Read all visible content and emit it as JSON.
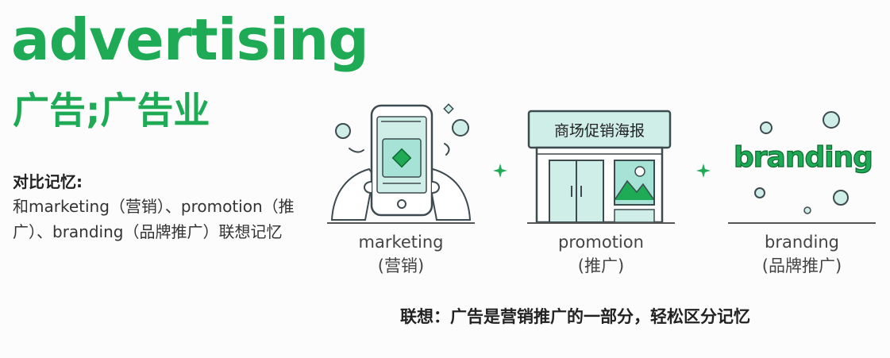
{
  "word": "advertising",
  "meaning": "广告;广告业",
  "compare": {
    "title": "对比记忆:",
    "text": "和marketing（营销）、promotion（推广）、branding（品牌推广）联想记忆"
  },
  "panels": [
    {
      "name": "marketing",
      "caption_en": "marketing",
      "caption_zh": "(营销)",
      "icon": "phone-icon"
    },
    {
      "name": "promotion",
      "caption_en": "promotion",
      "caption_zh": "(推广)",
      "icon": "storefront-icon",
      "sign": "商场促销海报"
    },
    {
      "name": "branding",
      "caption_en": "branding",
      "caption_zh": "(品牌推广)",
      "icon": "branding-icon",
      "brand_word": "branding"
    }
  ],
  "footer": "联想：广告是营销推广的一部分，轻松区分记忆",
  "colors": {
    "accent": "#1faa55",
    "screen": "#cfeee8",
    "outline": "#3d4a4f"
  }
}
